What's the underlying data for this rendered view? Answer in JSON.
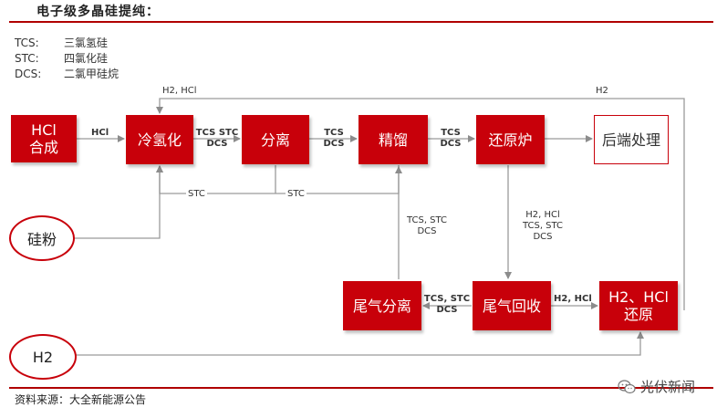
{
  "header": {
    "title": "电子级多晶硅提纯："
  },
  "legend": [
    {
      "abbr": "TCS:",
      "desc": "三氯氢硅"
    },
    {
      "abbr": "STC:",
      "desc": "四氯化硅"
    },
    {
      "abbr": "DCS:",
      "desc": "二氯甲硅烷"
    }
  ],
  "nodes": {
    "hcl_synthesis": "HCl\n合成",
    "cold_hydrogenation": "冷氢化",
    "separation": "分离",
    "rectification": "精馏",
    "reduction_furnace": "还原炉",
    "post_processing": "后端处理",
    "silicon_powder": "硅粉",
    "tail_gas_separation": "尾气分离",
    "tail_gas_recovery": "尾气回收",
    "h2_hcl_reduction": "H2、HCl\n还原",
    "h2": "H2"
  },
  "edge_labels": {
    "hcl": "HCl",
    "tcs_stc_dcs_1": "TCS STC\nDCS",
    "tcs_dcs_1": "TCS\nDCS",
    "tcs_dcs_2": "TCS\nDCS",
    "h2_hcl_top": "H2, HCl",
    "h2_top": "H2",
    "stc_1": "STC",
    "stc_2": "STC",
    "tcs_stc_dcs_up": "TCS, STC\nDCS",
    "h2_hcl_tcs_stc_dcs": "H2, HCl\nTCS, STC\nDCS",
    "tcs_stc_dcs_2": "TCS, STC\nDCS",
    "h2_hcl_bottom": "H2, HCl"
  },
  "footer": {
    "source": "资料来源：大全新能源公告",
    "watermark": "光伏新闻"
  },
  "colors": {
    "accent": "#c8000a",
    "rule": "#b00000",
    "line": "#9a9a9a"
  }
}
